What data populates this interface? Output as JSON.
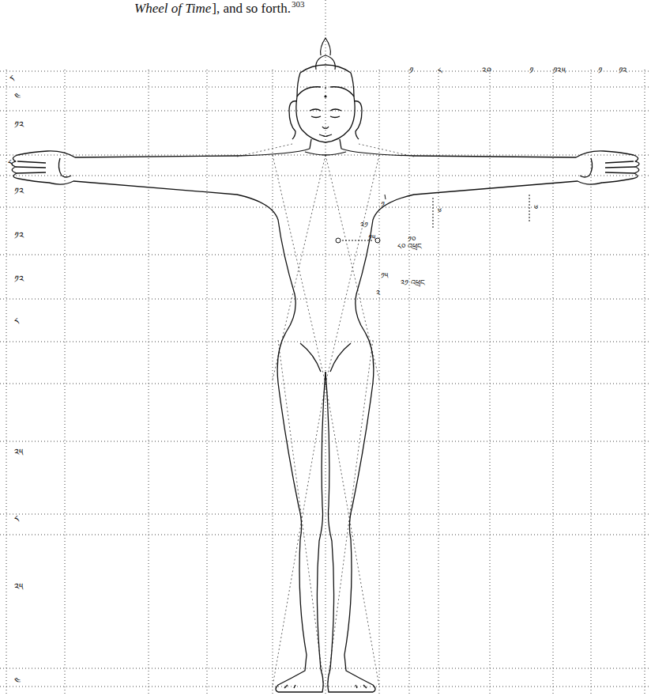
{
  "diagram": {
    "labels": [
      "Wheel of Time",
      "], and so forth.",
      "303",
      "༡",
      "༨",
      "༢༠",
      "༡",
      "༡༢༥",
      "༡",
      "༡༢",
      "༨",
      "༤",
      "༡༢",
      "༨",
      "༡༢",
      "༡༢",
      "༡༢",
      "༨",
      "༢༥",
      "༨",
      "༢༥",
      "༤",
      "༡",
      "༦",
      "༦",
      "༢༡",
      "༡༥",
      "༡༠",
      "༨༠ འཕྲང",
      "༡༥",
      "༢༡ འཕྲང",
      "༢"
    ]
  }
}
